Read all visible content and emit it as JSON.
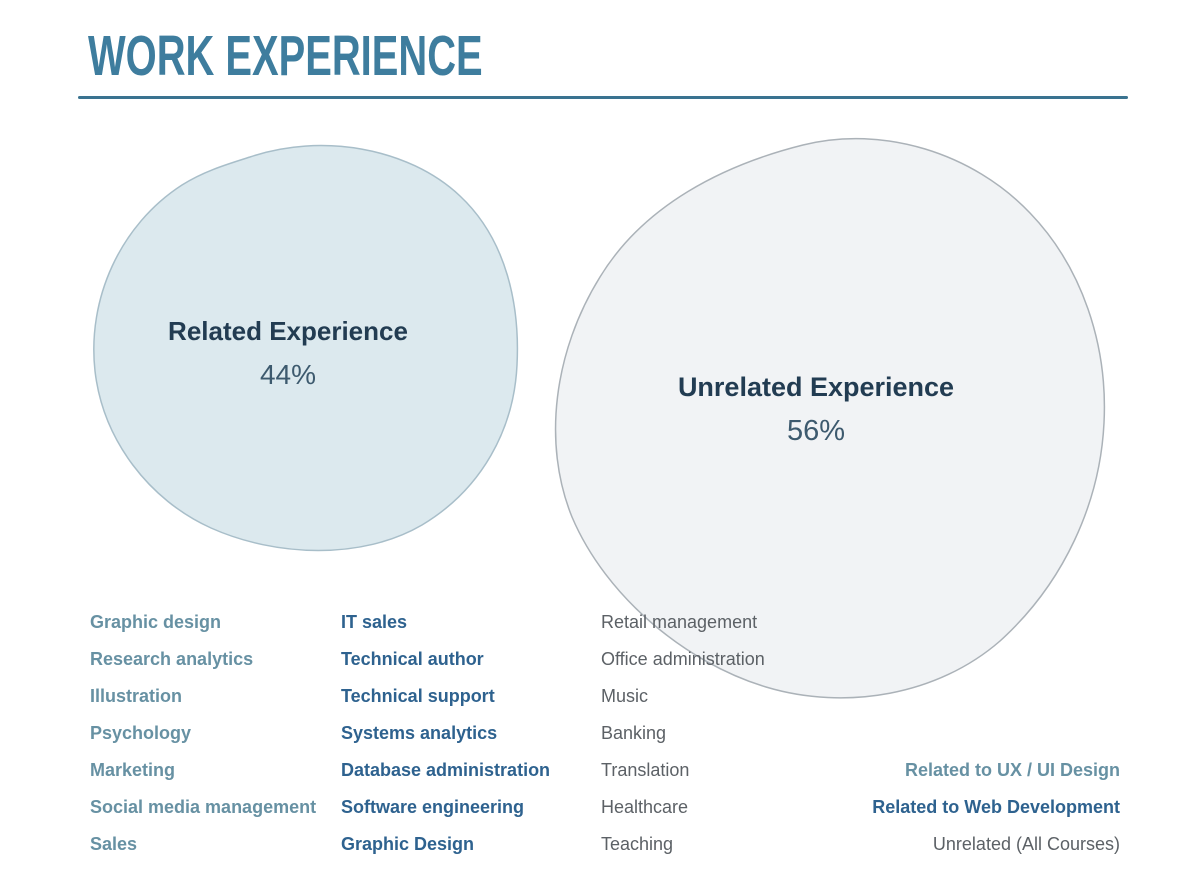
{
  "header": {
    "title": "WORK EXPERIENCE"
  },
  "bubbles": {
    "related": {
      "label": "Related Experience",
      "value": "44%"
    },
    "unrelated": {
      "label": "Unrelated Experience",
      "value": "56%"
    }
  },
  "lists": {
    "ux_ui": {
      "items": [
        "Graphic design",
        "Research analytics",
        "Illustration",
        "Psychology",
        "Marketing",
        "Social media management",
        "Sales"
      ]
    },
    "web_dev": {
      "items": [
        "IT sales",
        "Technical author",
        "Technical support",
        "Systems analytics",
        "Database administration",
        "Software engineering",
        "Graphic Design"
      ]
    },
    "unrelated": {
      "items": [
        "Retail management",
        "Office administration",
        "Music",
        "Banking",
        "Translation",
        "Healthcare",
        "Teaching"
      ]
    }
  },
  "legend": {
    "ux_ui": "Related to UX / UI Design",
    "web_dev": "Related to Web Development",
    "unrelated": "Unrelated (All Courses)"
  },
  "colors": {
    "title": "#3e7d9e",
    "rule": "#3a7390",
    "related_bubble_fill": "#dce9ee",
    "related_bubble_stroke": "#a8bec9",
    "unrelated_bubble_fill": "#f1f3f5",
    "unrelated_bubble_stroke": "#abb2b8",
    "bubble_label": "#223c52",
    "bubble_value": "#3d5a6e",
    "ux_ui_text": "#6791a3",
    "web_dev_text": "#2e628f",
    "unrelated_text": "#5c6166"
  },
  "chart_data": {
    "type": "bubble",
    "title": "WORK EXPERIENCE",
    "series": [
      {
        "name": "Related Experience",
        "value": 44,
        "unit": "%",
        "fill": "#dce9ee"
      },
      {
        "name": "Unrelated Experience",
        "value": 56,
        "unit": "%",
        "fill": "#f1f3f5"
      }
    ],
    "categories": {
      "related_to_ux_ui_design": [
        "Graphic design",
        "Research analytics",
        "Illustration",
        "Psychology",
        "Marketing",
        "Social media management",
        "Sales"
      ],
      "related_to_web_development": [
        "IT sales",
        "Technical author",
        "Technical support",
        "Systems analytics",
        "Database administration",
        "Software engineering",
        "Graphic Design"
      ],
      "unrelated_all_courses": [
        "Retail management",
        "Office administration",
        "Music",
        "Banking",
        "Translation",
        "Healthcare",
        "Teaching"
      ]
    },
    "legend": [
      {
        "label": "Related to UX / UI Design",
        "color": "#6791a3"
      },
      {
        "label": "Related to Web Development",
        "color": "#2e628f"
      },
      {
        "label": "Unrelated (All Courses)",
        "color": "#5c6166"
      }
    ],
    "legend_position": "bottom-right",
    "grid": false
  }
}
